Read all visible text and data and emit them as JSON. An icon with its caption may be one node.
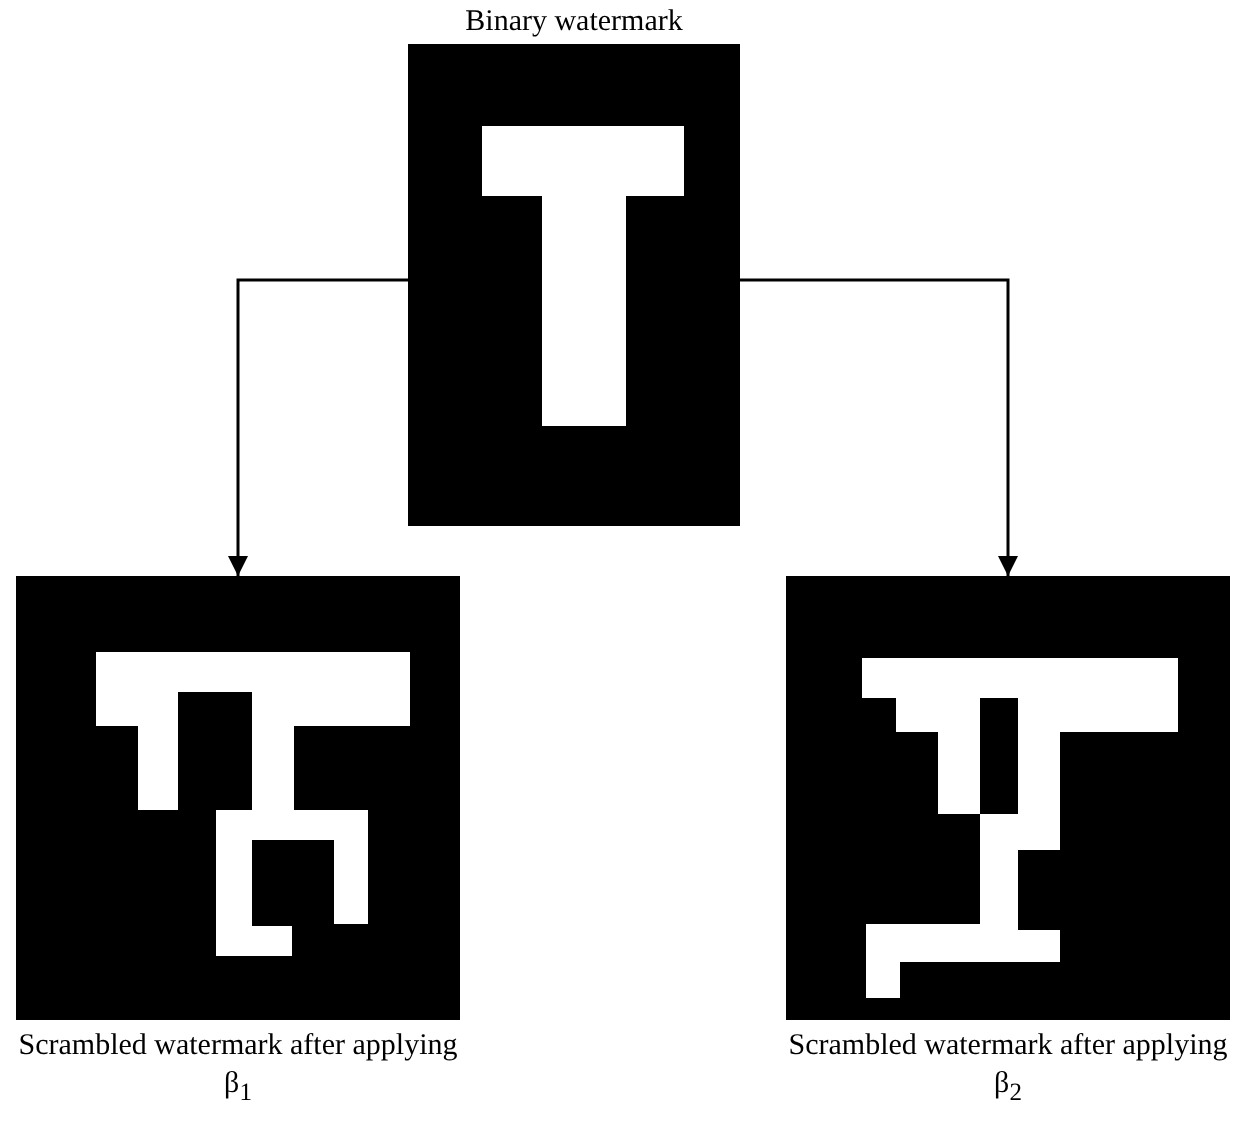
{
  "diagram": {
    "nodes": [
      {
        "text": [
          "Binary watermark"
        ]
      },
      {
        "text": [
          "Scrambled watermark after applying β$_{1}$"
        ]
      },
      {
        "text": [
          "Scrambled watermark after applying β$_{2}$"
        ]
      }
    ],
    "edges": [
      {
        "from": 0,
        "to": 1,
        "arrow": "to"
      },
      {
        "from": 0,
        "to": 2,
        "arrow": "to"
      }
    ]
  }
}
